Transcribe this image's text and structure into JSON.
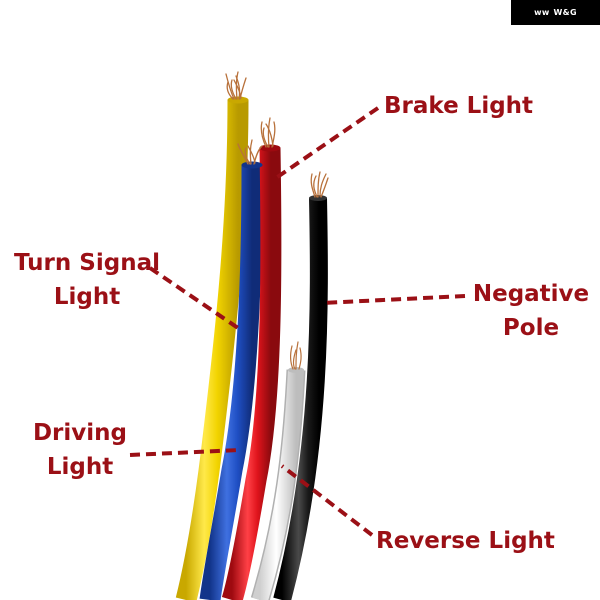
{
  "brand": {
    "mark": "ᴡᴡ",
    "name": "W&G"
  },
  "labels": {
    "brake": "Brake Light",
    "turn_line1": "Turn Signal",
    "turn_line2": "Light",
    "negative_line1": "Negative",
    "negative_line2": "Pole",
    "driving_line1": "Driving",
    "driving_line2": "Light",
    "reverse": "Reverse Light"
  },
  "colors": {
    "label_text": "#9b1016",
    "leader_line": "#9b1016",
    "wire_yellow": "#f2d400",
    "wire_blue": "#1f4fc4",
    "wire_red": "#e0141c",
    "wire_white": "#f4f4f4",
    "wire_black": "#151515",
    "copper": "#b8713b"
  }
}
